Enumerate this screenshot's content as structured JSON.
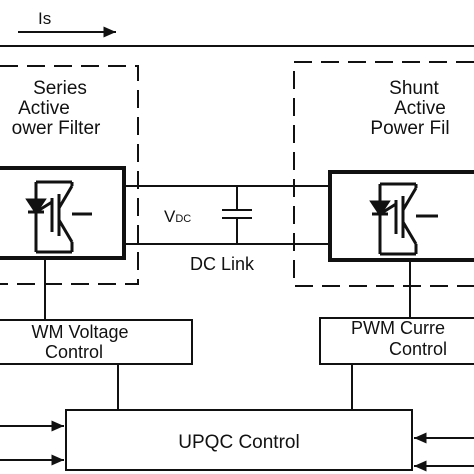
{
  "current_label": "Is",
  "series_filter": {
    "line1": "Series",
    "line2": "Active",
    "line3": "ower Filter"
  },
  "shunt_filter": {
    "line1": "Shunt",
    "line2": "Active",
    "line3": "Power Fil"
  },
  "dc_link": {
    "vdc_main": "V",
    "vdc_sub": "DC",
    "label": "DC Link"
  },
  "pwm_voltage": {
    "line1": "WM Voltage",
    "line2": "Control"
  },
  "pwm_current": {
    "line1": "PWM Curre",
    "line2": "Control"
  },
  "upqc": {
    "label": "UPQC Control"
  },
  "colors": {
    "stroke": "#111111",
    "background": "#ffffff"
  }
}
